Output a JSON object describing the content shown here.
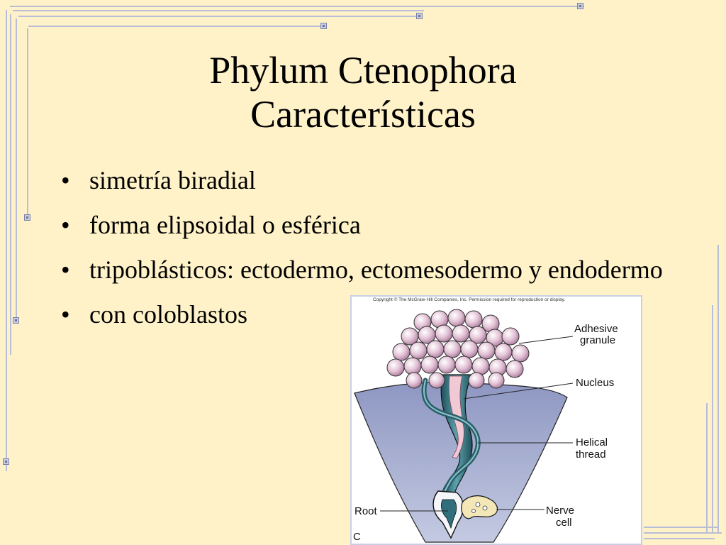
{
  "slide": {
    "title_line1": "Phylum Ctenophora",
    "title_line2": "Características",
    "bullets": [
      "simetría biradial",
      "forma elipsoidal o esférica",
      "tripoblásticos: ectodermo, ectomesodermo y endodermo",
      "con coloblastos"
    ]
  },
  "figure": {
    "copyright": "Copyright © The McGraw-Hill Companies, Inc. Permission required for reproduction or display.",
    "labels": {
      "adhesive_line1": "Adhesive",
      "adhesive_line2": "granule",
      "nucleus": "Nucleus",
      "helical_line1": "Helical",
      "helical_line2": "thread",
      "root": "Root",
      "nerve_line1": "Nerve",
      "nerve_line2": "cell",
      "corner": "C"
    }
  },
  "colors": {
    "background": "#FFF2C8",
    "frame": "#B9BED8",
    "tissue": "#A9B1D2",
    "granules": "#E3C2D6",
    "stalk": "#2F6E7A"
  }
}
